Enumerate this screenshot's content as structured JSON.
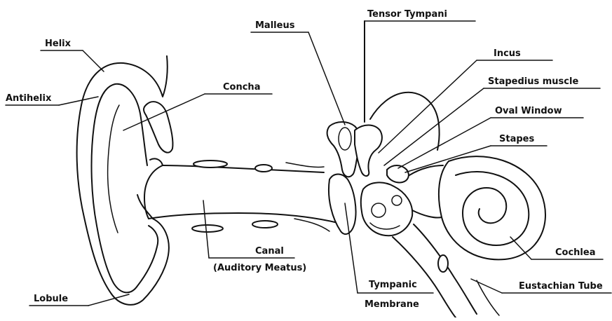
{
  "diagram": {
    "labels": {
      "helix": "Helix",
      "antihelix": "Antihelix",
      "concha": "Concha",
      "lobule": "Lobule",
      "canal": "Canal",
      "auditory_meatus": "(Auditory Meatus)",
      "malleus": "Malleus",
      "tensor_tympani": "Tensor Tympani",
      "incus": "Incus",
      "stapedius_muscle": "Stapedius muscle",
      "oval_window": "Oval Window",
      "stapes": "Stapes",
      "tympanic": "Tympanic",
      "membrane": "Membrane",
      "cochlea": "Cochlea",
      "eustachian_tube": "Eustachian Tube"
    }
  }
}
